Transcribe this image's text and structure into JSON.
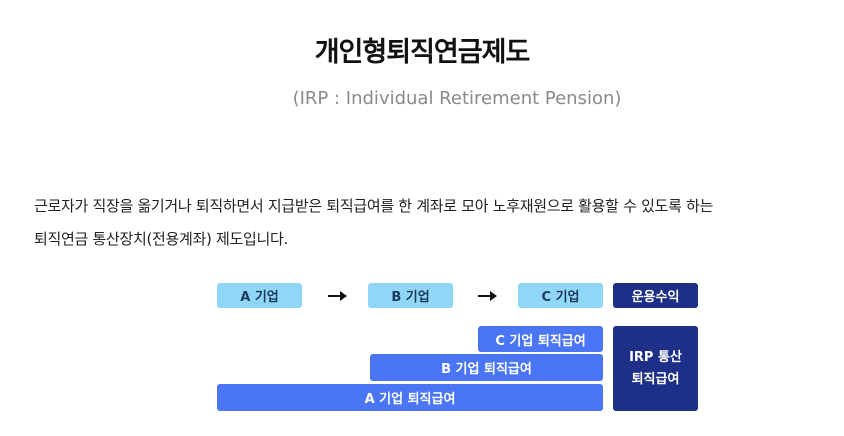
{
  "header": {
    "title": "개인형퇴직연금제도",
    "subtitle": "(IRP : Individual Retirement Pension)"
  },
  "description": {
    "line1": "근로자가 직장을 옮기거나 퇴직하면서 지급받은 퇴직급여를 한 계좌로 모아 노후재원으로 활용할 수 있도록 하는",
    "line2": "퇴직연금 통산장치(전용계좌) 제도입니다."
  },
  "diagram": {
    "companies": [
      "A 기업",
      "B 기업",
      "C 기업"
    ],
    "returns_label": "운용수익",
    "benefits": [
      "C 기업 퇴직급여",
      "B 기업 퇴직급여",
      "A 기업 퇴직급여"
    ],
    "irp_total": [
      "IRP 통산",
      "퇴직급여"
    ],
    "colors": {
      "light": "#8fd6f7",
      "dark": "#1d2f86",
      "blue": "#4a76f5"
    }
  }
}
